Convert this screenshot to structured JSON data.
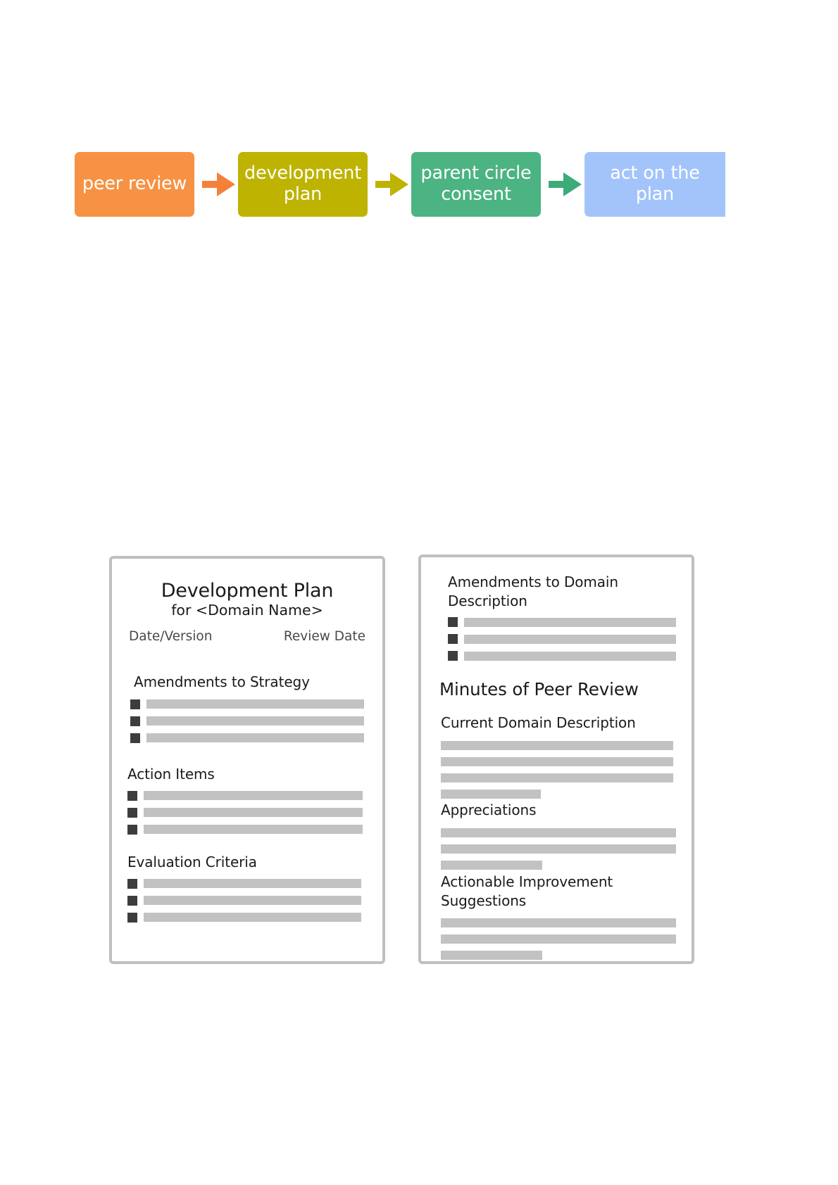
{
  "flow": {
    "steps": [
      {
        "label": "peer review",
        "color": "#f79244",
        "arrow_color": "#f4813a"
      },
      {
        "label": "development plan",
        "color": "#bdb300",
        "arrow_color": "#bdb300"
      },
      {
        "label": "parent circle consent",
        "color": "#4cb383",
        "arrow_color": "#3bab78"
      },
      {
        "label": "act on the plan",
        "color": "#a3c4fa",
        "arrow_color": ""
      }
    ]
  },
  "documents": {
    "development_plan": {
      "title": "Development Plan",
      "subtitle": "for <Domain Name>",
      "meta_left": "Date/Version",
      "meta_right": "Review Date",
      "sections": [
        {
          "heading": "Amendments to Strategy",
          "items": [
            {
              "bullet": true,
              "width": "100%"
            },
            {
              "bullet": true,
              "width": "100%"
            },
            {
              "bullet": true,
              "width": "100%"
            }
          ]
        },
        {
          "heading": "Action Items",
          "items": [
            {
              "bullet": true,
              "width": "100%"
            },
            {
              "bullet": true,
              "width": "100%"
            },
            {
              "bullet": true,
              "width": "100%"
            }
          ]
        },
        {
          "heading": "Evaluation Criteria",
          "items": [
            {
              "bullet": true,
              "width": "100%"
            },
            {
              "bullet": true,
              "width": "100%"
            },
            {
              "bullet": true,
              "width": "100%"
            }
          ]
        }
      ]
    },
    "peer_review_minutes": {
      "pre_heading": "Amendments to Domain Description",
      "pre_items": [
        {
          "bullet": true,
          "width": "100%"
        },
        {
          "bullet": true,
          "width": "100%"
        },
        {
          "bullet": true,
          "width": "100%"
        }
      ],
      "title": "Minutes of Peer Review",
      "sections": [
        {
          "heading": "Current Domain Description",
          "items": [
            {
              "bullet": false,
              "width": "100%"
            },
            {
              "bullet": false,
              "width": "100%"
            },
            {
              "bullet": false,
              "width": "100%"
            },
            {
              "bullet": false,
              "width": "43%"
            }
          ]
        },
        {
          "heading": "Appreciations",
          "items": [
            {
              "bullet": false,
              "width": "100%"
            },
            {
              "bullet": false,
              "width": "100%"
            },
            {
              "bullet": false,
              "width": "43%"
            }
          ]
        },
        {
          "heading": "Actionable Improvement Suggestions",
          "items": [
            {
              "bullet": false,
              "width": "100%"
            },
            {
              "bullet": false,
              "width": "100%"
            },
            {
              "bullet": false,
              "width": "43%"
            }
          ]
        }
      ]
    }
  },
  "colors": {
    "bar": "#c2c2c2",
    "bullet": "#3d3d3d",
    "card_border": "#bfbfbf",
    "text": "#1a1a1a",
    "meta_text": "#4a4a4a"
  }
}
